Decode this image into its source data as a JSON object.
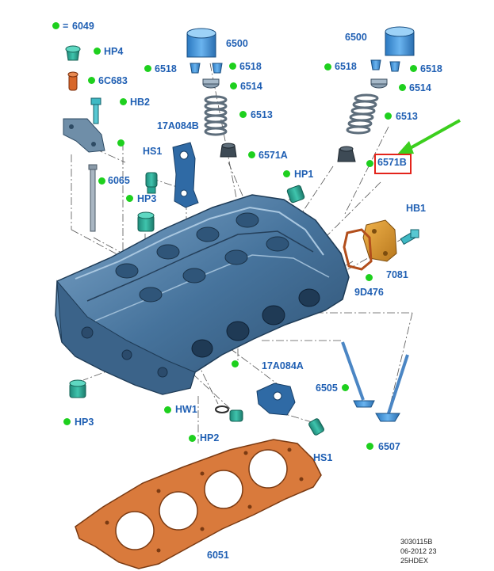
{
  "diagram": {
    "legend": {
      "marker_color": "#1ed01e",
      "equals": "=",
      "part": "6049"
    },
    "labels": {
      "hp4": "HP4",
      "c683": "6C683",
      "hb2": "HB2",
      "p6065": "6065",
      "hs1_left": "HS1",
      "hp3_top": "HP3",
      "p17a084b": "17A084B",
      "p6500_left": "6500",
      "p6518_ll": "6518",
      "p6518_lr": "6518",
      "p6514_left": "6514",
      "p6513_left": "6513",
      "p6571a": "6571A",
      "p6500_right": "6500",
      "p6518_rl": "6518",
      "p6518_rr": "6518",
      "p6514_right": "6514",
      "p6513_right": "6513",
      "p6571b": "6571B",
      "hp1": "HP1",
      "hb1": "HB1",
      "p7081": "7081",
      "p9d476": "9D476",
      "p17a084a": "17A084A",
      "p6505": "6505",
      "p6507": "6507",
      "hw1": "HW1",
      "hp2": "HP2",
      "hs1_right": "HS1",
      "hp3_bottom": "HP3",
      "p6051": "6051"
    },
    "highlight_color": "#e3241b",
    "arrow_color": "#3ccf1e",
    "colors": {
      "label": "#1f5fb3",
      "head": "#4a7aa6",
      "gasket": "#c8642a",
      "orange": "#e07a2a"
    }
  },
  "footer": {
    "line1": "3030115B",
    "line2": "06-2012 23",
    "line3": "25HDEX"
  }
}
